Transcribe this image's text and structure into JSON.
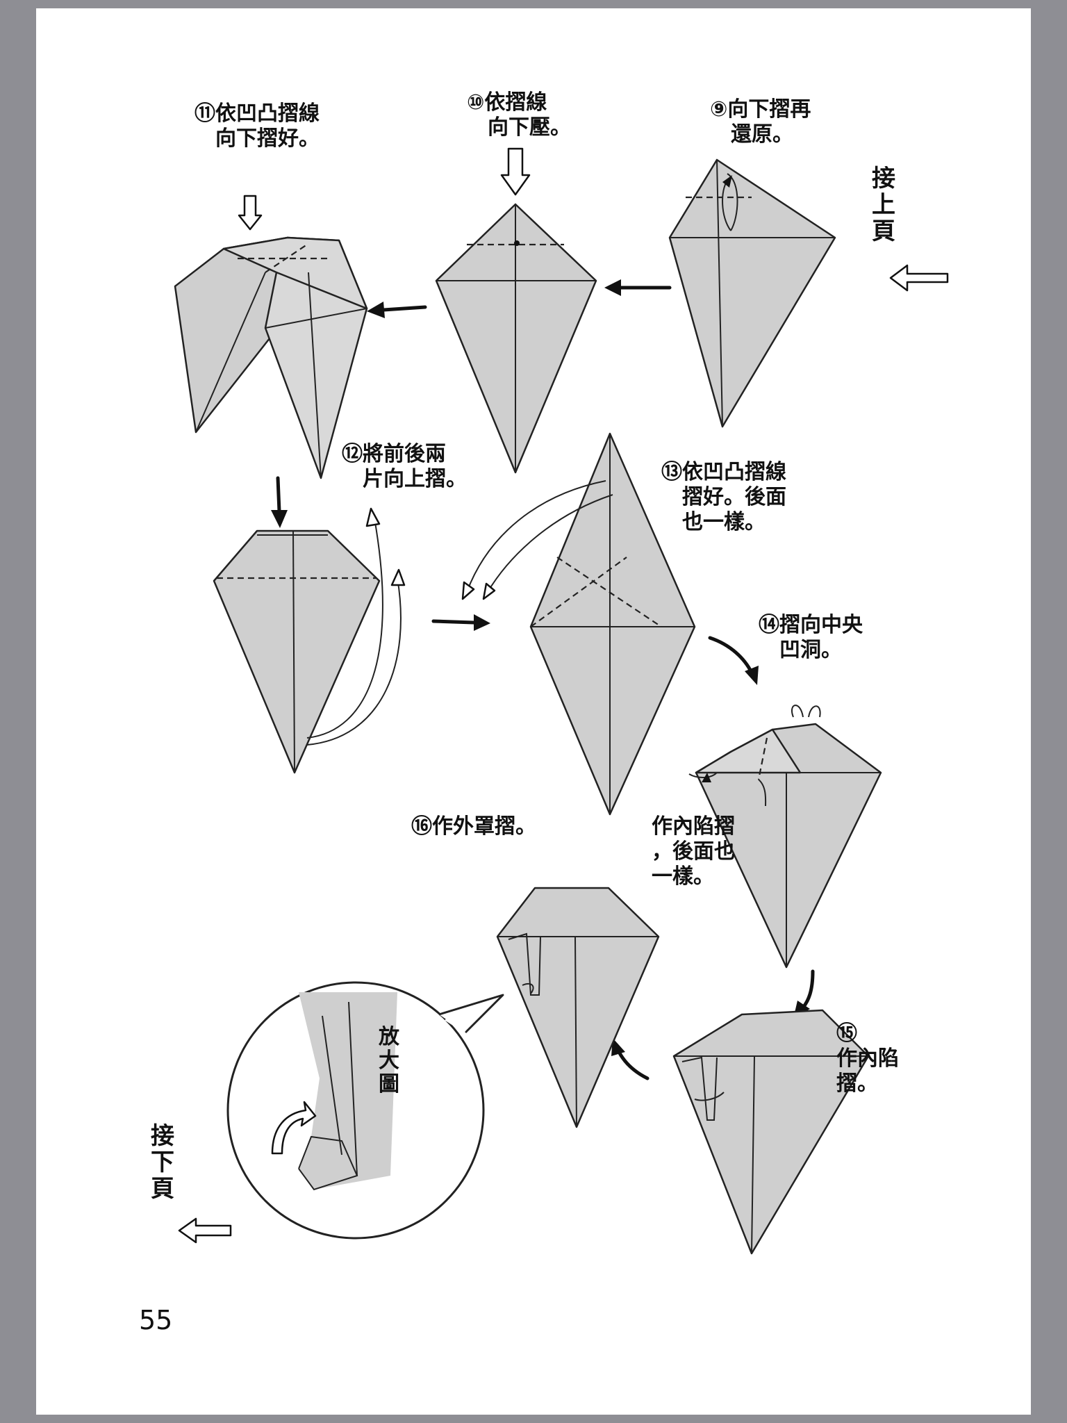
{
  "page": {
    "number": "55"
  },
  "steps": [
    {
      "id": "9",
      "label": "⑨",
      "lines": [
        "向下摺再",
        "還原。"
      ]
    },
    {
      "id": "10",
      "label": "⑩",
      "lines": [
        "依摺線",
        "向下壓。"
      ]
    },
    {
      "id": "11",
      "label": "⑪",
      "lines": [
        "依凹凸摺線",
        "向下摺好。"
      ]
    },
    {
      "id": "12",
      "label": "⑫",
      "lines": [
        "將前後兩",
        "片向上摺。"
      ]
    },
    {
      "id": "13",
      "label": "⑬",
      "lines": [
        "依凹凸摺線",
        "摺好。後面",
        "也一樣。"
      ]
    },
    {
      "id": "14",
      "label": "⑭",
      "lines": [
        "摺向中央",
        "凹洞。"
      ]
    },
    {
      "id": "15",
      "label": "⑮",
      "lines": [
        "作內陷",
        "摺。"
      ]
    },
    {
      "id": "16",
      "label": "⑯",
      "lines": [
        "作外罩摺。"
      ]
    }
  ],
  "notes": {
    "inner_fold": [
      "作內陷摺",
      "，後面也",
      "一樣。"
    ],
    "continued_from": "接上頁",
    "continued_to": "接下頁",
    "zoom_label": "放大圖"
  },
  "colors": {
    "paper": "#cfcfcf",
    "ink": "#111111",
    "frame": "#8e8e94"
  },
  "icons": [
    "hollow-arrow-left-icon",
    "hollow-arrow-down-icon",
    "solid-arrow-icon"
  ]
}
